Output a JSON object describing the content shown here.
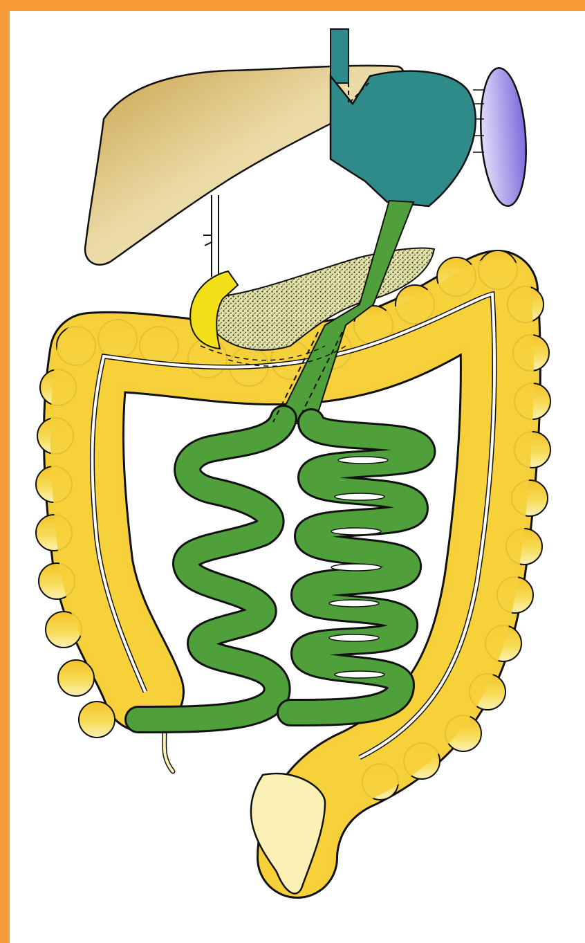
{
  "figure": {
    "subject": "digestive-tract-illustration",
    "colors": {
      "frame": "#F79A38",
      "liver": "#E2C989",
      "stomach": "#2F8A8A",
      "spleen": "#9C8BE6",
      "gallbladder": "#F3E018",
      "pancreas": "#DDDE9A",
      "small_intestine": "#4FA03A",
      "large_intestine": "#F5D03A",
      "outline": "#111111"
    },
    "parts": [
      "liver",
      "stomach",
      "spleen",
      "esophagus",
      "duodenum",
      "gallbladder",
      "pancreas",
      "transverse-colon",
      "ascending-colon",
      "descending-colon",
      "sigmoid-colon",
      "rectum",
      "appendix",
      "jejunum",
      "ileum"
    ]
  }
}
